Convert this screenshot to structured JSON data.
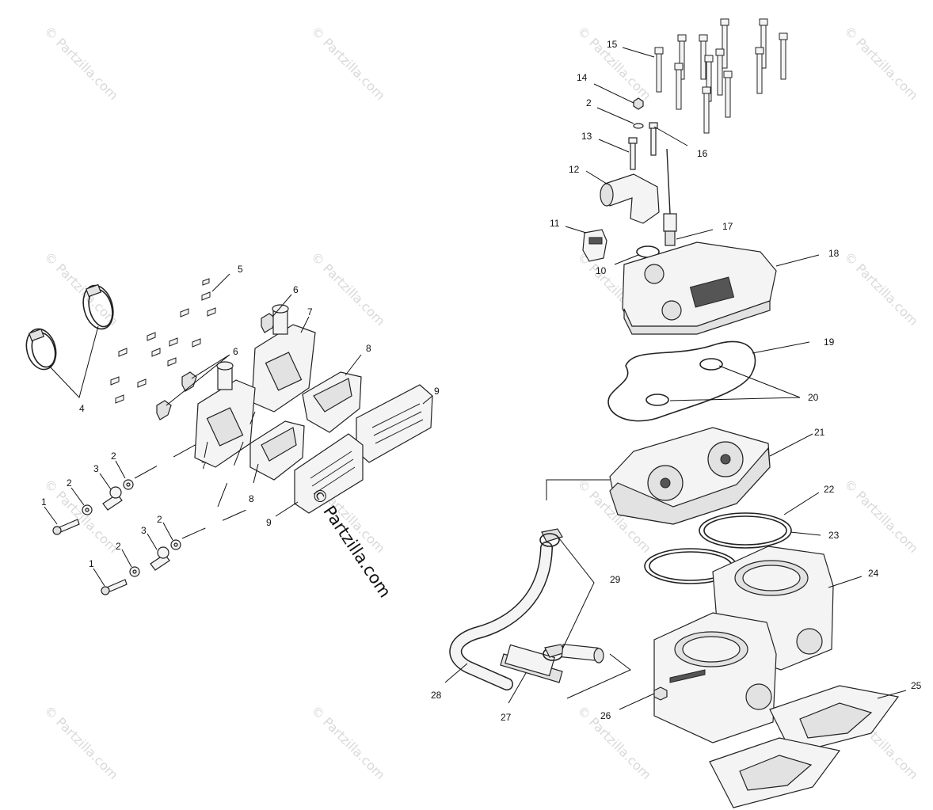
{
  "watermark": {
    "text": "© Partzilla.com",
    "center_text": "© Partzilla.com"
  },
  "callouts": [
    {
      "id": "1a",
      "label": "1"
    },
    {
      "id": "1b",
      "label": "1"
    },
    {
      "id": "2a",
      "label": "2"
    },
    {
      "id": "2b",
      "label": "2"
    },
    {
      "id": "2c",
      "label": "2"
    },
    {
      "id": "2d",
      "label": "2"
    },
    {
      "id": "2e",
      "label": "2"
    },
    {
      "id": "3a",
      "label": "3"
    },
    {
      "id": "3b",
      "label": "3"
    },
    {
      "id": "4",
      "label": "4"
    },
    {
      "id": "5",
      "label": "5"
    },
    {
      "id": "6a",
      "label": "6"
    },
    {
      "id": "6b",
      "label": "6"
    },
    {
      "id": "7a",
      "label": "7"
    },
    {
      "id": "7b",
      "label": "7"
    },
    {
      "id": "8a",
      "label": "8"
    },
    {
      "id": "8b",
      "label": "8"
    },
    {
      "id": "9a",
      "label": "9"
    },
    {
      "id": "9b",
      "label": "9"
    },
    {
      "id": "10",
      "label": "10"
    },
    {
      "id": "11",
      "label": "11"
    },
    {
      "id": "12",
      "label": "12"
    },
    {
      "id": "13",
      "label": "13"
    },
    {
      "id": "14",
      "label": "14"
    },
    {
      "id": "15",
      "label": "15"
    },
    {
      "id": "16",
      "label": "16"
    },
    {
      "id": "17",
      "label": "17"
    },
    {
      "id": "18",
      "label": "18"
    },
    {
      "id": "19",
      "label": "19"
    },
    {
      "id": "20",
      "label": "20"
    },
    {
      "id": "21",
      "label": "21"
    },
    {
      "id": "22",
      "label": "22"
    },
    {
      "id": "23",
      "label": "23"
    },
    {
      "id": "24",
      "label": "24"
    },
    {
      "id": "25",
      "label": "25"
    },
    {
      "id": "26",
      "label": "26"
    },
    {
      "id": "27",
      "label": "27"
    },
    {
      "id": "28",
      "label": "28"
    },
    {
      "id": "29",
      "label": "29"
    }
  ]
}
